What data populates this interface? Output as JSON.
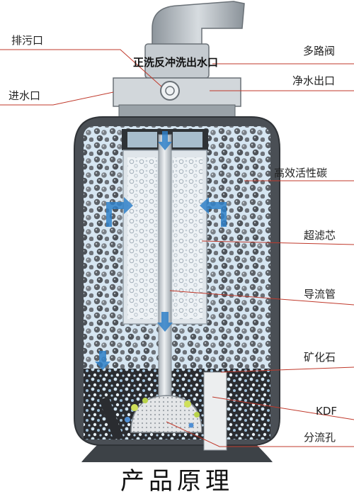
{
  "labels": {
    "drain_port": "排污口",
    "inlet": "进水口",
    "backwash_outlet": "正洗反冲洗出水口",
    "multiport_valve": "多路阀",
    "clean_outlet": "净水出口",
    "activated_carbon": "高效活性碳",
    "uf_membrane": "超滤芯",
    "guide_tube": "导流管",
    "mineral_stone": "矿化石",
    "kdf": "KDF",
    "distributor": "分流孔"
  },
  "caption": "产品原理",
  "colors": {
    "line": "#c0392b",
    "shell": "#4a4f55",
    "water": "#cfe3f1",
    "arrow": "#2f80c8"
  }
}
